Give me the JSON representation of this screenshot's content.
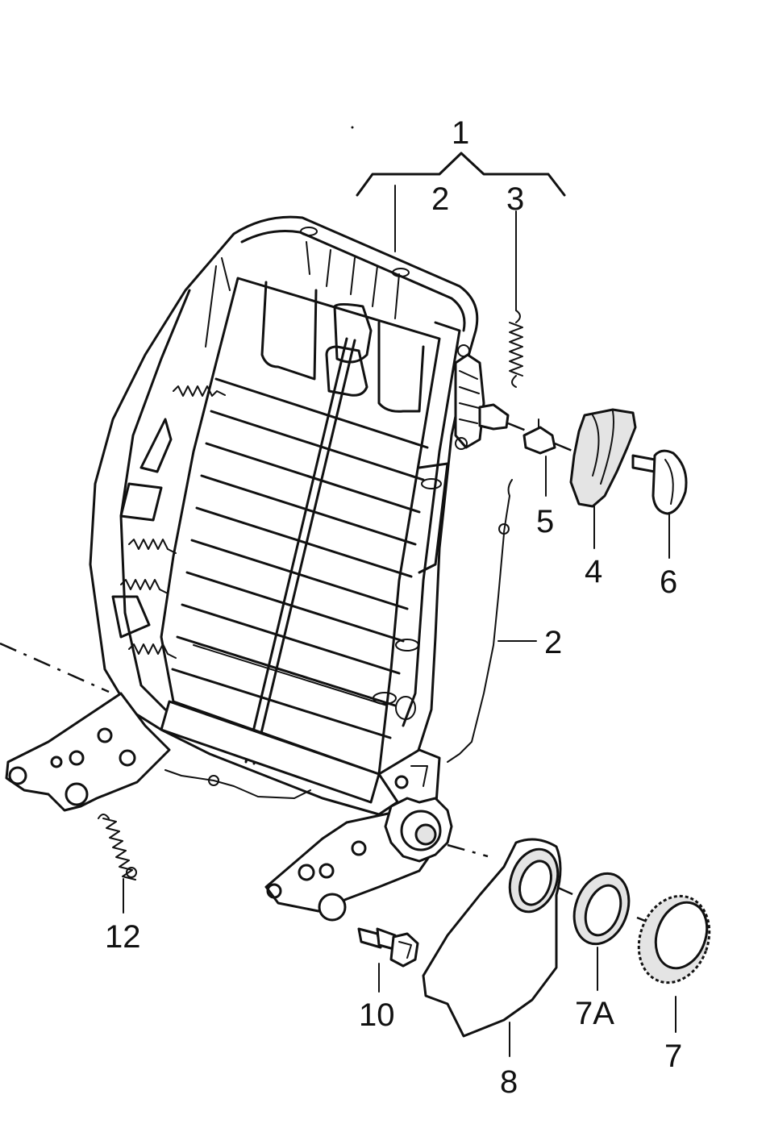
{
  "callouts": {
    "c1": "1",
    "c2_top": "2",
    "c3": "3",
    "c5": "5",
    "c4": "4",
    "c6": "6",
    "c2_cable": "2",
    "c12": "12",
    "c10": "10",
    "c7a": "7A",
    "c8": "8",
    "c7": "7"
  }
}
